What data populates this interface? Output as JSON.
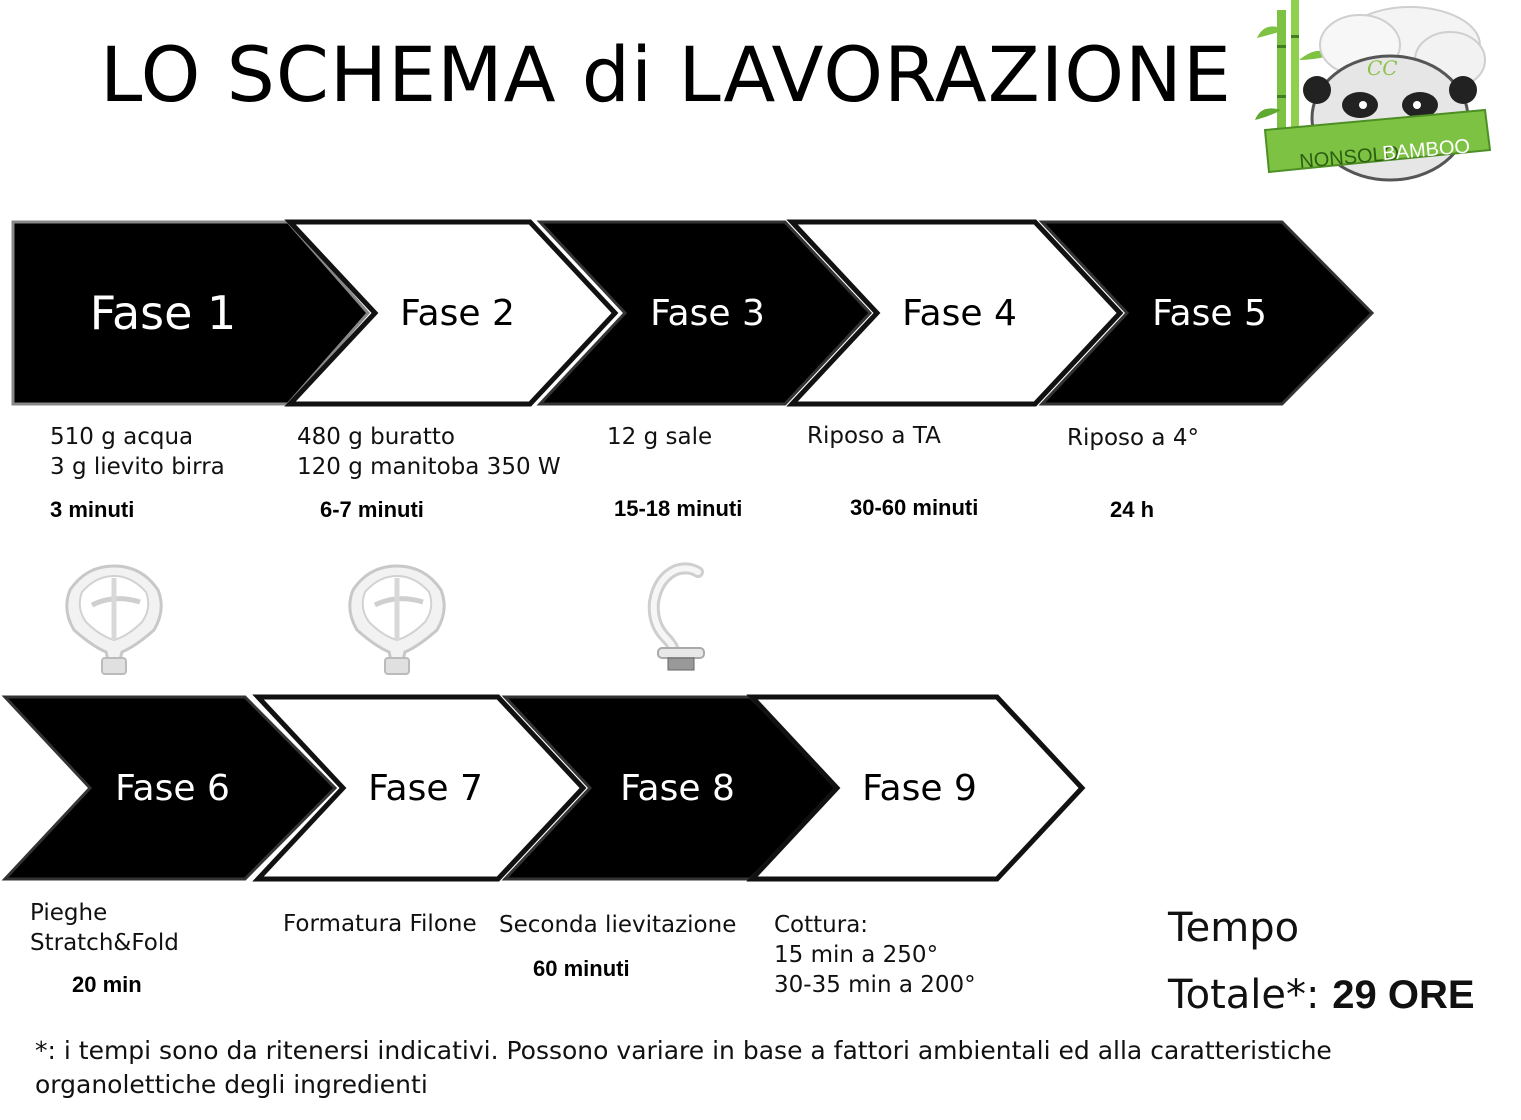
{
  "title": "LO SCHEMA di LAVORAZIONE",
  "logo": {
    "text_left": "NONSOLO",
    "text_right": "BAMBOO",
    "hat_initials": "CC",
    "colors": {
      "green": "#7dc242",
      "dark_green": "#3f7f1f"
    }
  },
  "colors": {
    "dark": "#000000",
    "light": "#ffffff",
    "outline": "#1a1a1a"
  },
  "phases": [
    {
      "label": "Fase 1",
      "lines": [
        "510 g acqua",
        "3 g lievito birra"
      ],
      "time": "3 minuti",
      "tool": "flat-beater-icon"
    },
    {
      "label": "Fase 2",
      "lines": [
        "480 g buratto",
        "120 g manitoba 350 W"
      ],
      "time": "6-7 minuti",
      "tool": "flat-beater-icon"
    },
    {
      "label": "Fase 3",
      "lines": [
        "12 g sale"
      ],
      "time": "15-18 minuti",
      "tool": "dough-hook-icon"
    },
    {
      "label": "Fase 4",
      "lines": [
        "Riposo a TA"
      ],
      "time": "30-60 minuti"
    },
    {
      "label": "Fase 5",
      "lines": [
        "Riposo a 4°"
      ],
      "time": "24 h"
    },
    {
      "label": "Fase 6",
      "lines": [
        "Pieghe",
        "Stratch&Fold"
      ],
      "time": "20 min"
    },
    {
      "label": "Fase 7",
      "lines": [
        "Formatura Filone"
      ],
      "time": ""
    },
    {
      "label": "Fase 8",
      "lines": [
        "Seconda lievitazione"
      ],
      "time": "60 minuti"
    },
    {
      "label": "Fase 9",
      "lines": [
        "Cottura:",
        "15 min a 250°",
        "30-35 min a 200°"
      ],
      "time": ""
    }
  ],
  "total": {
    "line1": "Tempo",
    "line2_prefix": "Totale*: ",
    "line2_value": "29 ORE"
  },
  "note": "*: i tempi sono da ritenersi indicativi. Possono variare in base a fattori ambientali ed alla caratteristiche organolettiche degli ingredienti"
}
